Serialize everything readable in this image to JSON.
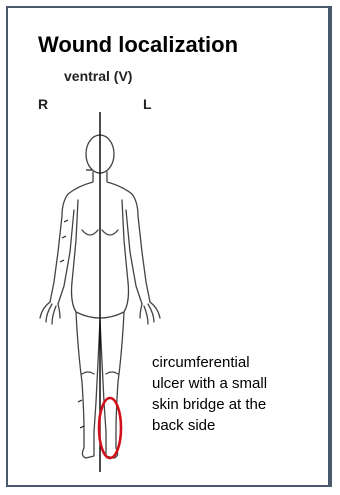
{
  "title": "Wound localization",
  "view_label": "ventral (V)",
  "side_right": "R",
  "side_left": "L",
  "annotation_lines": [
    "circumferential",
    "ulcer with a small",
    "skin bridge at the",
    "back side"
  ],
  "colors": {
    "frame": "#4a5a6e",
    "wound_marker": "#d0101a",
    "outline": "#444444"
  },
  "icons": {
    "body_chart": "human-body-front-outline",
    "wound_marker": "red-ellipse"
  }
}
